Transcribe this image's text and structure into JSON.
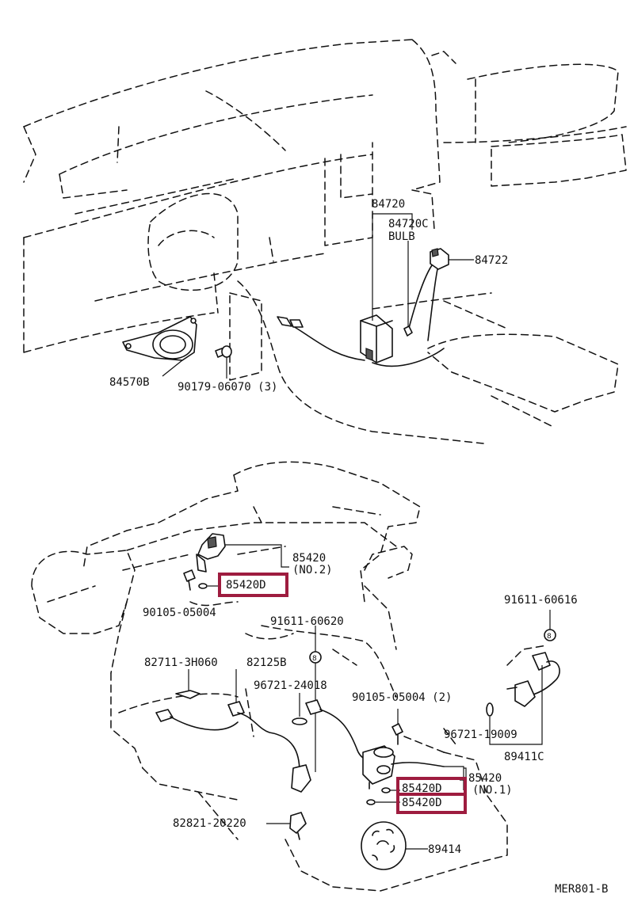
{
  "accent_color": "#9e1c3f",
  "labels": {
    "p84720": "84720",
    "p84720c": "84720C",
    "bulb": "BULB",
    "p84722": "84722",
    "p84570b": "84570B",
    "p90179": "90179-06070 (3)",
    "p85420_no2": "85420",
    "no2": "(NO.2)",
    "p85420d_a": "85420D",
    "p90105_a": "90105-05004",
    "p91611_a": "91611-60620",
    "p91611_b": "91611-60616",
    "p82711": "82711-3H060",
    "p82125b": "82125B",
    "p96721_a": "96721-24018",
    "p90105_b": "90105-05004 (2)",
    "p96721_b": "96721-19009",
    "p89411c": "89411C",
    "p85420_no1": "85420",
    "no1": "(NO.1)",
    "p85420d_b": "85420D",
    "p85420d_c": "85420D",
    "p82821": "82821-20220",
    "p89414": "89414",
    "ref": "MER801-B"
  }
}
